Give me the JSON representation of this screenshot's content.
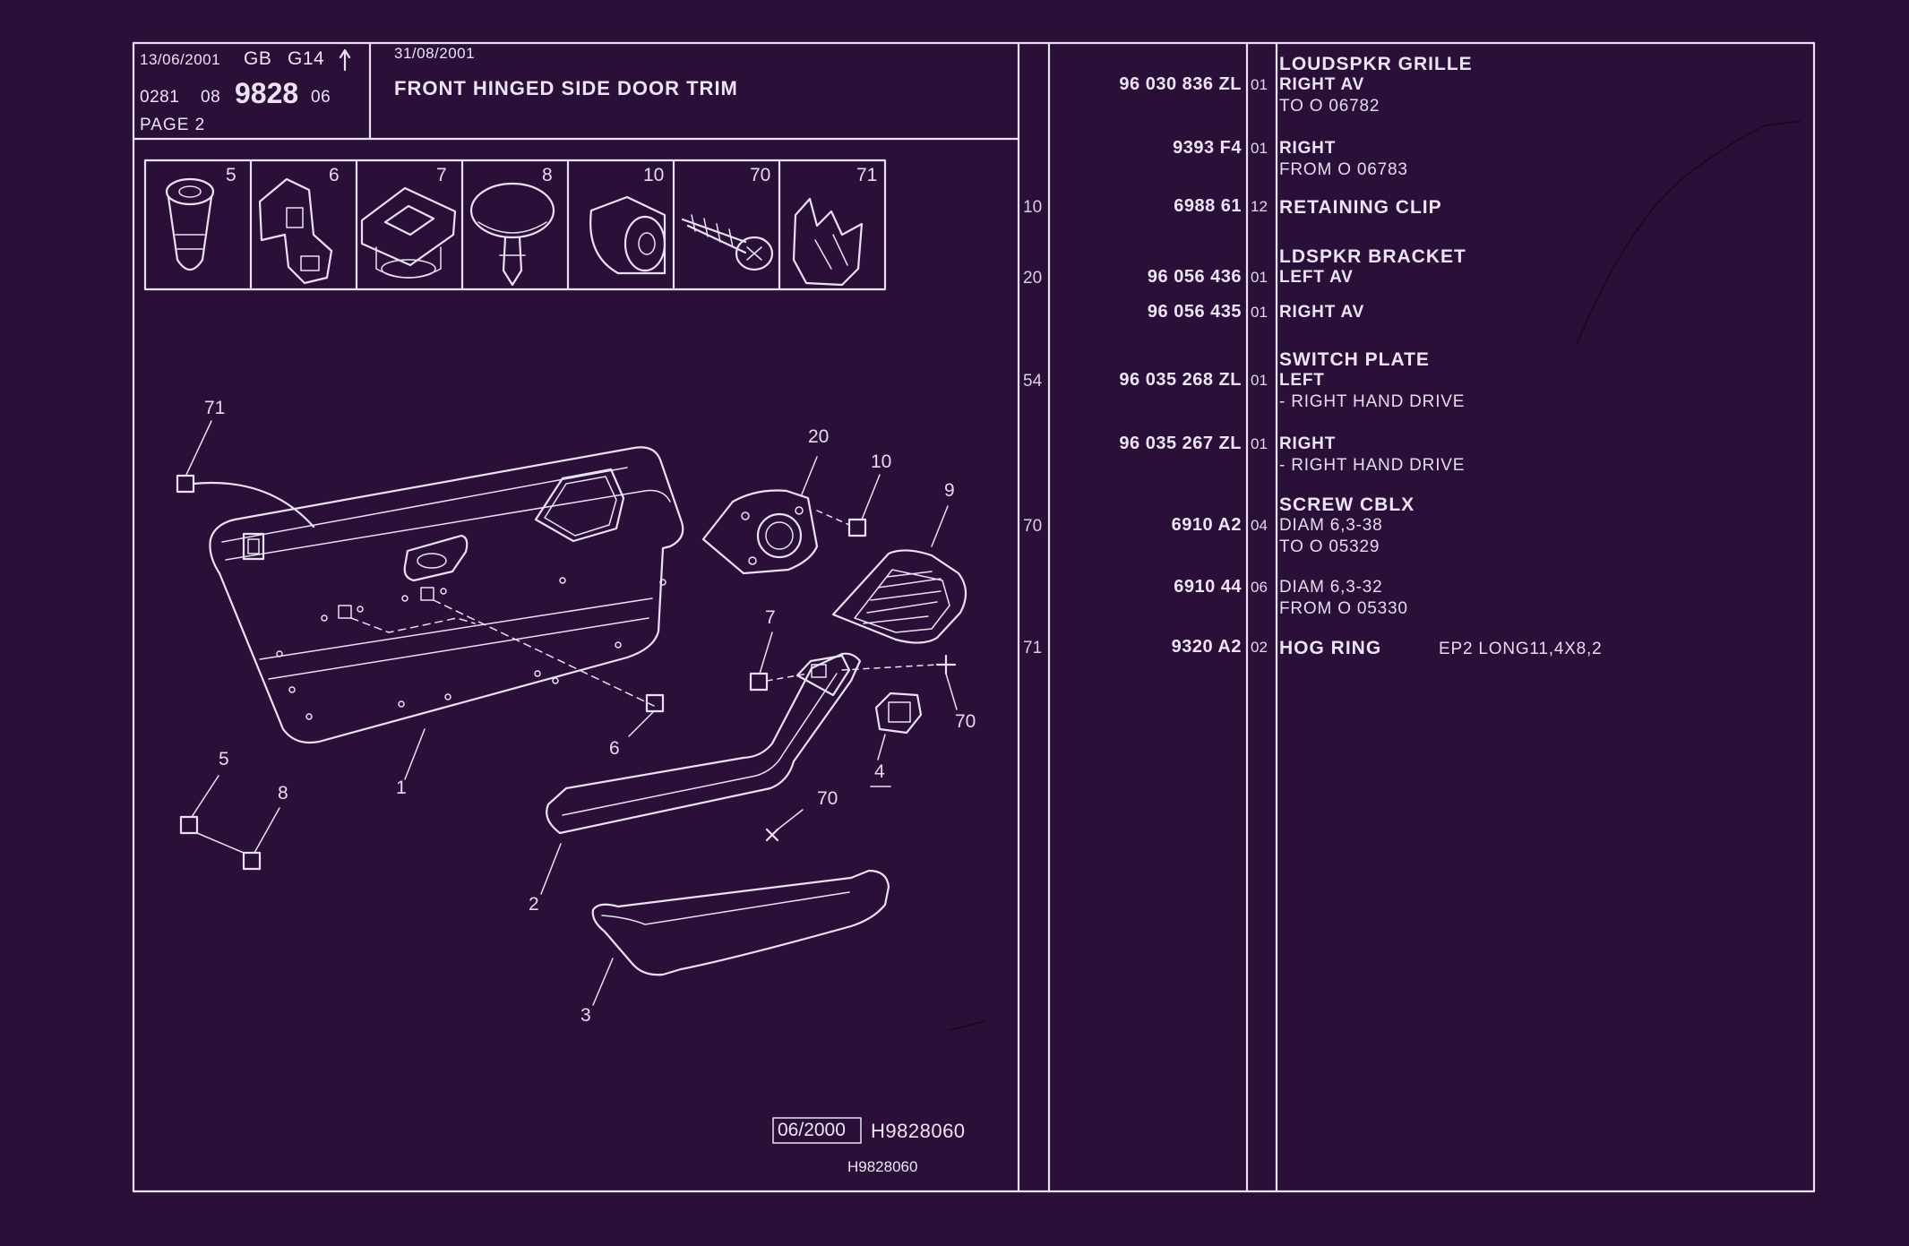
{
  "header": {
    "date1": "13/06/2001",
    "lang": "GB",
    "group": "G14",
    "arrow": "↑",
    "code_a": "0281",
    "code_b": "08",
    "plate": "9828",
    "code_c": "06",
    "page": "PAGE 2",
    "date2": "31/08/2001",
    "title": "FRONT HINGED SIDE DOOR TRIM"
  },
  "fastener_icons": [
    "5",
    "6",
    "7",
    "8",
    "10",
    "70",
    "71"
  ],
  "callouts": [
    "71",
    "20",
    "10",
    "9",
    "7",
    "70",
    "6",
    "5",
    "8",
    "1",
    "2",
    "70",
    "4",
    "3"
  ],
  "footer": {
    "box_date": "06/2000",
    "ref": "H9828060",
    "ref_small": "H9828060"
  },
  "parts": [
    {
      "ref": "",
      "pn": "96 030 836 ZL",
      "qty": "01",
      "title": "LOUDSPKR GRILLE",
      "lines": [
        {
          "t": "RIGHT AV",
          "b": true
        },
        {
          "t": "TO  O 06782",
          "b": false
        }
      ]
    },
    {
      "ref": "",
      "pn": "9393 F4",
      "qty": "01",
      "title": "",
      "lines": [
        {
          "t": "RIGHT",
          "b": true
        },
        {
          "t": "FROM  O 06783",
          "b": false
        }
      ]
    },
    {
      "ref": "10",
      "pn": "6988 61",
      "qty": "12",
      "title": "RETAINING CLIP",
      "lines": []
    },
    {
      "ref": "20",
      "pn": "96 056 436",
      "qty": "01",
      "title": "LDSPKR BRACKET",
      "lines": [
        {
          "t": "LEFT AV",
          "b": true
        }
      ]
    },
    {
      "ref": "",
      "pn": "96 056 435",
      "qty": "01",
      "title": "",
      "lines": [
        {
          "t": "RIGHT AV",
          "b": true
        }
      ]
    },
    {
      "ref": "54",
      "pn": "96 035 268 ZL",
      "qty": "01",
      "title": "SWITCH PLATE",
      "lines": [
        {
          "t": "LEFT",
          "b": true
        },
        {
          "t": "-    RIGHT HAND DRIVE",
          "b": false
        }
      ]
    },
    {
      "ref": "",
      "pn": "96 035 267 ZL",
      "qty": "01",
      "title": "",
      "lines": [
        {
          "t": "RIGHT",
          "b": true
        },
        {
          "t": "-    RIGHT HAND DRIVE",
          "b": false
        }
      ]
    },
    {
      "ref": "70",
      "pn": "6910 A2",
      "qty": "04",
      "title": "SCREW CBLX",
      "lines": [
        {
          "t": "DIAM 6,3-38",
          "b": false
        },
        {
          "t": "TO  O 05329",
          "b": false
        }
      ]
    },
    {
      "ref": "",
      "pn": "6910 44",
      "qty": "06",
      "title": "",
      "lines": [
        {
          "t": "DIAM 6,3-32",
          "b": false
        },
        {
          "t": "FROM  O 05330",
          "b": false
        }
      ]
    },
    {
      "ref": "71",
      "pn": "9320 A2",
      "qty": "02",
      "title": "HOG RING",
      "lines": [
        {
          "t": "EP2 LONG11,4X8,2",
          "b": false
        }
      ]
    }
  ]
}
